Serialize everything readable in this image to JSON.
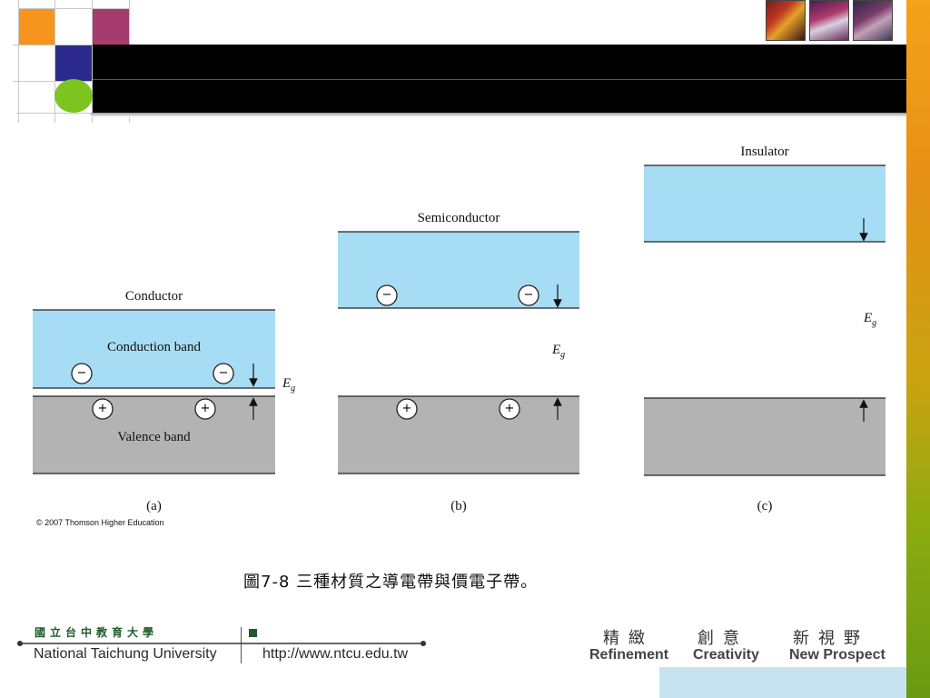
{
  "diagram": {
    "panels": [
      {
        "title": "Conductor",
        "conduction_label": "Conduction band",
        "valence_label": "Valence band",
        "gap_label": "E",
        "gap_sub": "g",
        "electrons": [
          "−",
          "−"
        ],
        "holes": [
          "+",
          "+"
        ],
        "sub_label": "(a)"
      },
      {
        "title": "Semiconductor",
        "gap_label": "E",
        "gap_sub": "g",
        "electrons": [
          "−",
          "−"
        ],
        "holes": [
          "+",
          "+"
        ],
        "sub_label": "(b)"
      },
      {
        "title": "Insulator",
        "gap_label": "E",
        "gap_sub": "g",
        "sub_label": "(c)"
      }
    ],
    "copyright": "© 2007 Thomson Higher Education",
    "caption": "圖7-8  三種材質之導電帶與價電子帶。"
  },
  "footer": {
    "university_cn": "國立台中教育大學",
    "university_en": "National Taichung University",
    "url": "http://www.ntcu.edu.tw",
    "slogans": [
      {
        "cn": "精緻",
        "en": "Refinement"
      },
      {
        "cn": "創意",
        "en": "Creativity"
      },
      {
        "cn": "新視野",
        "en": "New Prospect"
      }
    ]
  },
  "colors": {
    "conduction_band": "#a6dcf4",
    "valence_band": "#b3b3b3",
    "header_bar": "#000000",
    "orange_square": "#f7941d",
    "magenta_square": "#a63c6e",
    "navy_square": "#2b2a8c",
    "green_circle": "#7cc520"
  }
}
